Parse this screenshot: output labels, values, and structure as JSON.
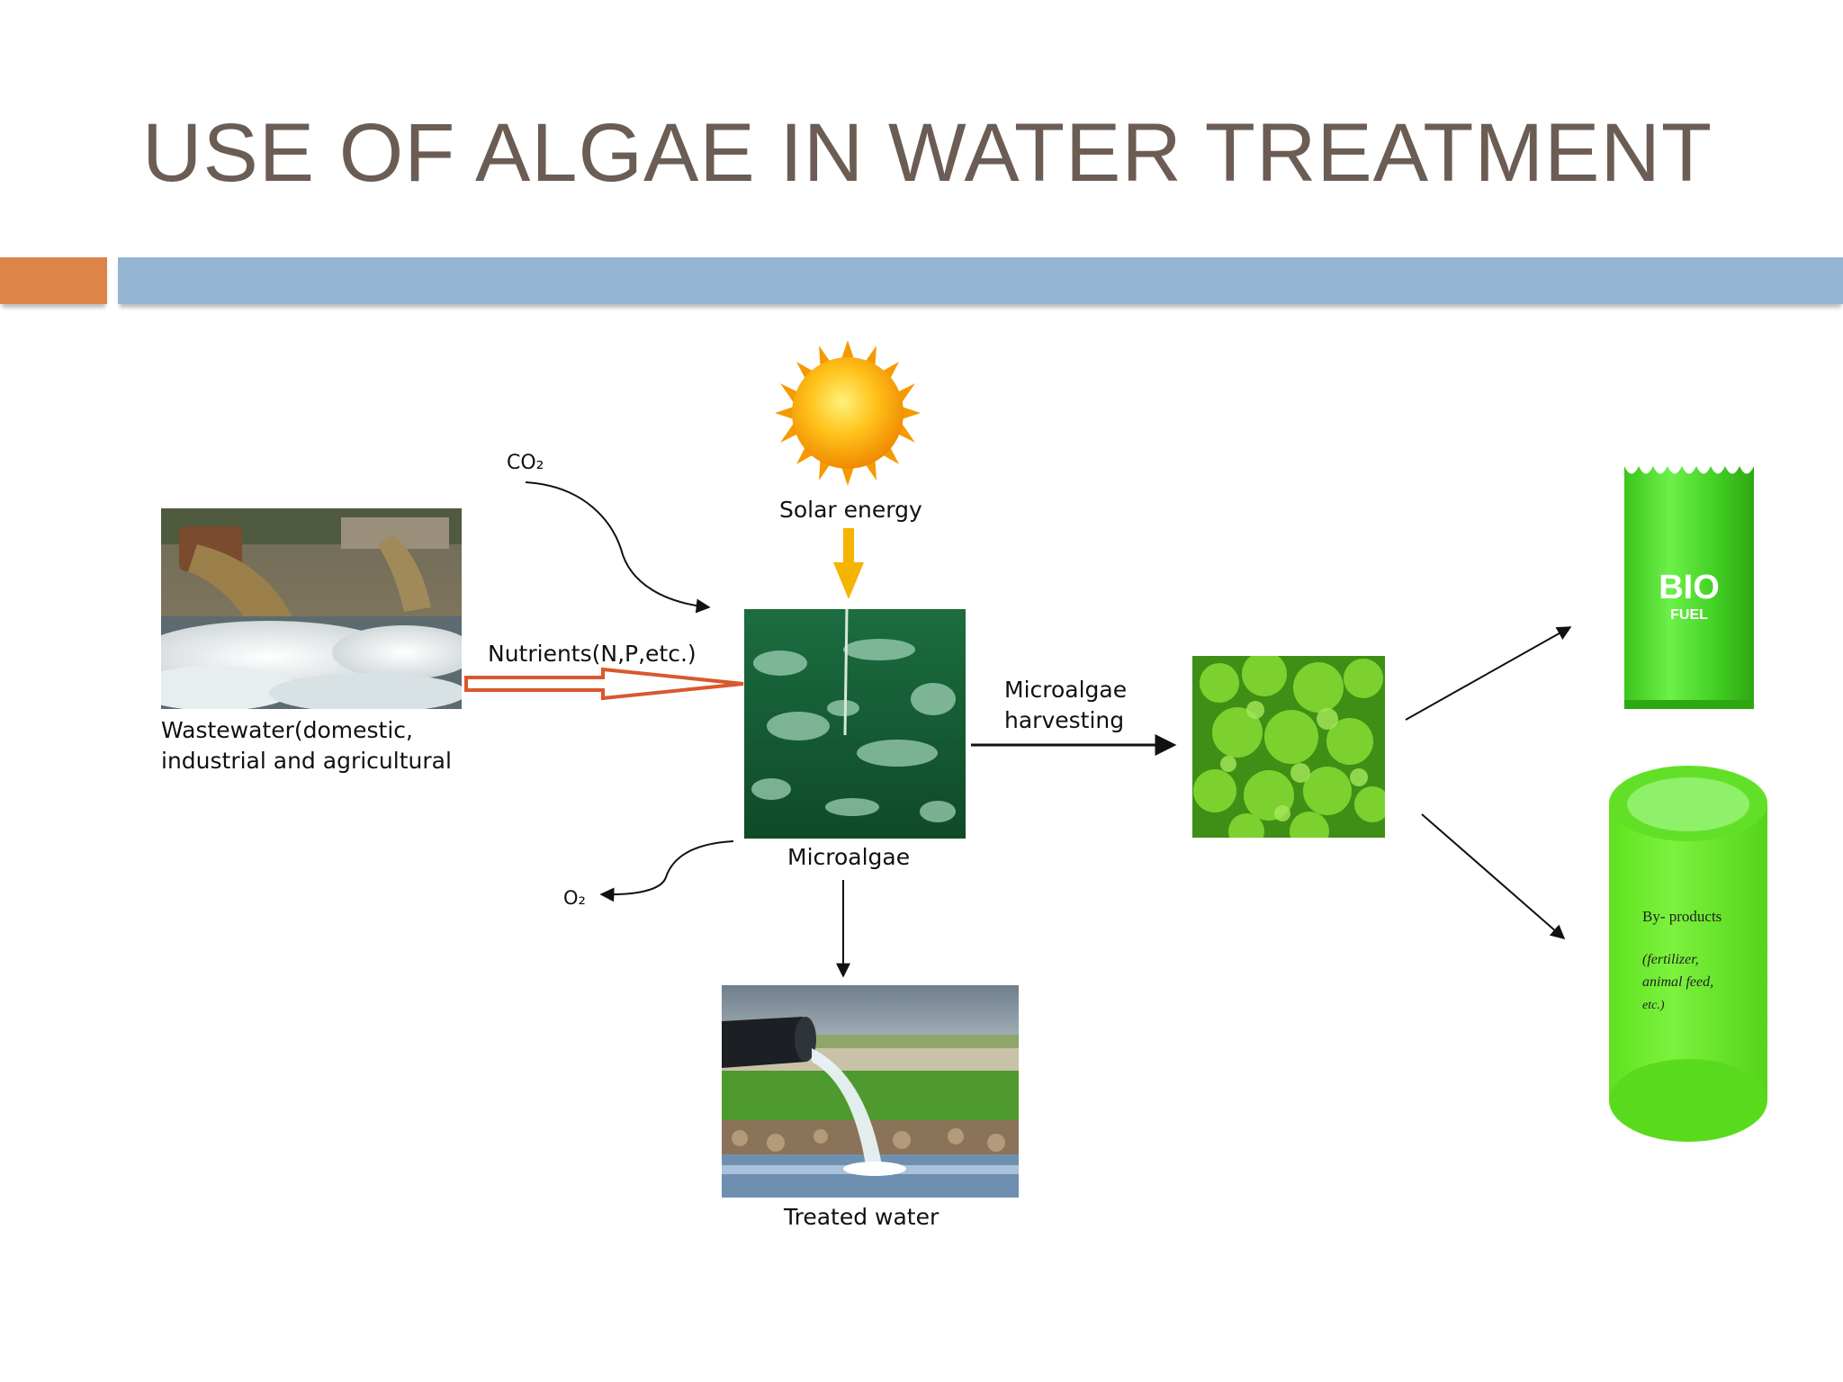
{
  "slide": {
    "title": "USE OF ALGAE IN WATER TREATMENT"
  },
  "labels": {
    "co2": "CO₂",
    "solar_energy": "Solar energy",
    "nutrients": "Nutrients(N,P,etc.)",
    "wastewater_line1": "Wastewater(domestic,",
    "wastewater_line2": "industrial and agricultural",
    "microalgae": "Microalgae",
    "harvesting_line1": "Microalgae",
    "harvesting_line2": "harvesting",
    "o2": "O₂",
    "treated_water": "Treated water"
  },
  "biofuel_barrel": {
    "line1": "BIO",
    "line2": "FUEL"
  },
  "byproducts_container": {
    "line1": "By- products",
    "line2": "(fertilizer,",
    "line3": "animal feed,",
    "line4": "etc.)"
  },
  "colors": {
    "title": "#6b5d54",
    "accent_orange": "#dd8448",
    "accent_blue": "#94b6d2",
    "algae_green": "#5fe21f",
    "pond_green": "#1f7a46",
    "solar_arrow": "#f5b400",
    "nutrient_arrow": "#d9582c"
  },
  "icons": {
    "sun": "sun-icon",
    "wastewater": "wastewater-photo",
    "pond": "microalgae-pond-photo",
    "harvested": "harvested-algae-photo",
    "treated": "treated-water-photo",
    "barrel": "biofuel-barrel-icon",
    "cylinder": "byproducts-container-icon"
  }
}
